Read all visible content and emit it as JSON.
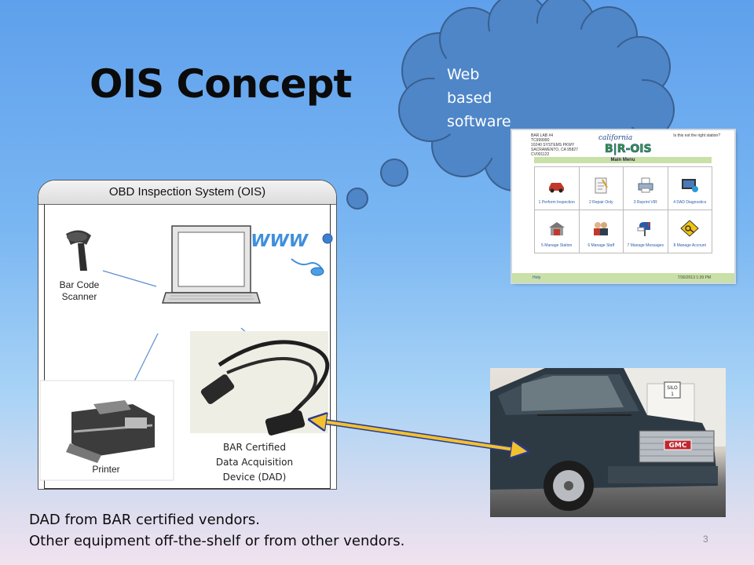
{
  "slide": {
    "title": "OIS Concept",
    "page_number": "3"
  },
  "cloud": {
    "lines": [
      "Web",
      "based",
      "software"
    ],
    "fill_color": "#4e86c8",
    "stroke_color": "#3a5f8e"
  },
  "ois_diagram": {
    "header": "OBD Inspection System (OIS)",
    "scanner_label": [
      "Bar Code",
      "Scanner"
    ],
    "www_text": "WWW",
    "printer_label": "Printer",
    "dad_label": [
      "BAR Certified",
      "Data Acquisition",
      "Device (DAD)"
    ]
  },
  "software_screenshot": {
    "address_lines": [
      "BAR LAB #4",
      "TC999990",
      "10240 SYSTEMS PKWY",
      "SACRAMENTO, CA 95827",
      "CV001122"
    ],
    "not_right_station": "Is this not the right station?",
    "logo_script": "california",
    "logo_main": "B|R-OIS",
    "menu_title": "Main Menu",
    "tiles": [
      {
        "label": "1 Perform Inspection",
        "icon": "car-icon"
      },
      {
        "label": "2 Repair Only",
        "icon": "clipboard-icon"
      },
      {
        "label": "3 Reprint VIR",
        "icon": "printer-icon"
      },
      {
        "label": "4 DAD Diagnostics",
        "icon": "monitor-icon"
      },
      {
        "label": "5 Manage Station",
        "icon": "station-icon"
      },
      {
        "label": "6 Manage Staff",
        "icon": "staff-icon"
      },
      {
        "label": "7 Manage Messages",
        "icon": "mailbox-icon"
      },
      {
        "label": "8 Manage Account",
        "icon": "account-sign-icon"
      }
    ],
    "help": "Help",
    "timestamp": "7/30/2013 1:39 PM"
  },
  "truck_photo": {
    "sign_text": [
      "SILO",
      "1"
    ],
    "grille_badge": "GMC"
  },
  "arrow": {
    "fill": "#f2c12e",
    "stroke": "#2a3a8e"
  },
  "bottom_text": [
    "DAD from BAR certified vendors.",
    "Other equipment off-the-shelf or from other vendors."
  ]
}
